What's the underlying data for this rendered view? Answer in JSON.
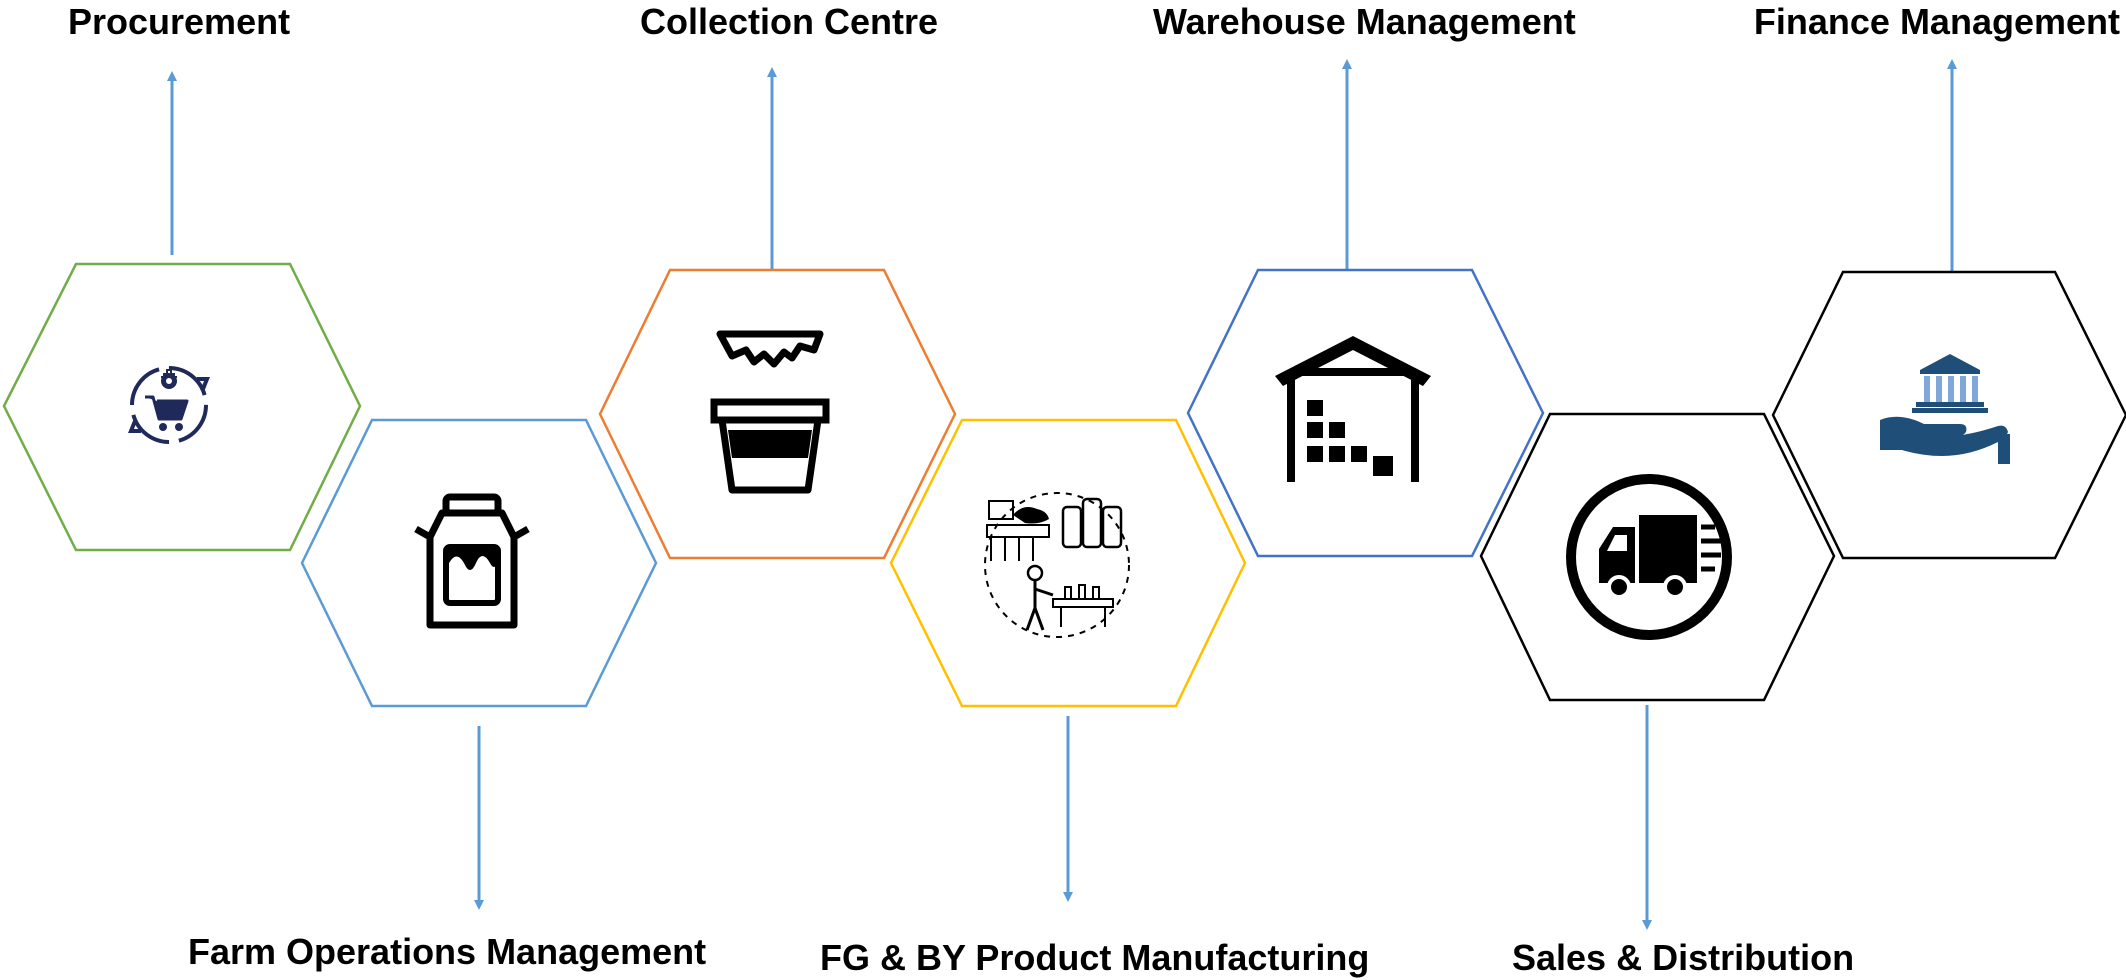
{
  "diagram": {
    "modules": [
      {
        "id": "procurement",
        "label": "Procurement",
        "border_color": "#70AD47",
        "icon": "cart-gear-cycle-icon"
      },
      {
        "id": "farm-operations",
        "label": "Farm Operations Management",
        "border_color": "#5B9BD5",
        "icon": "milk-can-icon"
      },
      {
        "id": "collection-centre",
        "label": "Collection Centre",
        "border_color": "#ED7D31",
        "icon": "milk-bucket-icon"
      },
      {
        "id": "fg-by-product",
        "label": "FG & BY Product Manufacturing",
        "border_color": "#FFC000",
        "icon": "dairy-manufacturing-icon"
      },
      {
        "id": "warehouse",
        "label": "Warehouse Management",
        "border_color": "#4472C4",
        "icon": "warehouse-icon"
      },
      {
        "id": "sales-distribution",
        "label": "Sales & Distribution",
        "border_color": "#000000",
        "icon": "delivery-truck-icon"
      },
      {
        "id": "finance",
        "label": "Finance Management",
        "border_color": "#000000",
        "icon": "bank-hand-icon"
      }
    ],
    "arrow_color": "#5B9BD5",
    "icon_color": "#1F2A5A"
  }
}
